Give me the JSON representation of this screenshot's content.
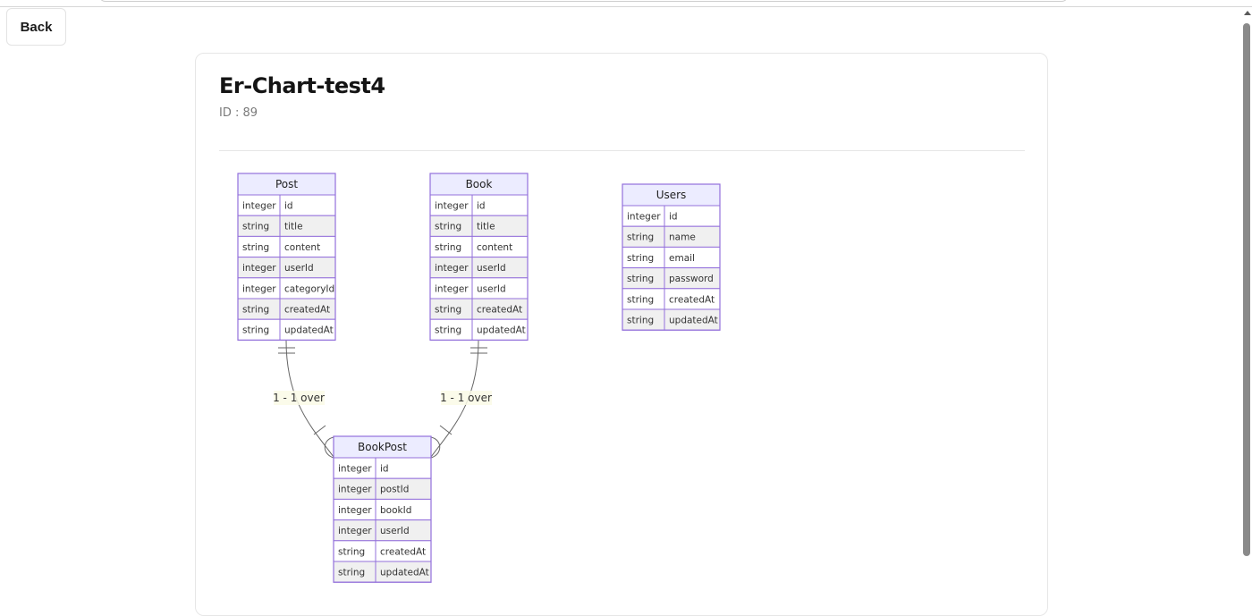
{
  "nav": {
    "back_label": "Back"
  },
  "page": {
    "title": "Er-Chart-test4",
    "id_label": "ID : 89"
  },
  "colors": {
    "entity_border": "#9370db",
    "entity_header": "#ececff",
    "row_alt": "#f0f0f0",
    "relation_line": "#666666",
    "label_bg": "#fafae6"
  },
  "er": {
    "entities": [
      {
        "name": "Post",
        "attributes": [
          {
            "type": "integer",
            "name": "id"
          },
          {
            "type": "string",
            "name": "title"
          },
          {
            "type": "string",
            "name": "content"
          },
          {
            "type": "integer",
            "name": "userId"
          },
          {
            "type": "integer",
            "name": "categoryId"
          },
          {
            "type": "string",
            "name": "createdAt"
          },
          {
            "type": "string",
            "name": "updatedAt"
          }
        ]
      },
      {
        "name": "Book",
        "attributes": [
          {
            "type": "integer",
            "name": "id"
          },
          {
            "type": "string",
            "name": "title"
          },
          {
            "type": "string",
            "name": "content"
          },
          {
            "type": "integer",
            "name": "userId"
          },
          {
            "type": "integer",
            "name": "userId"
          },
          {
            "type": "string",
            "name": "createdAt"
          },
          {
            "type": "string",
            "name": "updatedAt"
          }
        ]
      },
      {
        "name": "Users",
        "attributes": [
          {
            "type": "integer",
            "name": "id"
          },
          {
            "type": "string",
            "name": "name"
          },
          {
            "type": "string",
            "name": "email"
          },
          {
            "type": "string",
            "name": "password"
          },
          {
            "type": "string",
            "name": "createdAt"
          },
          {
            "type": "string",
            "name": "updatedAt"
          }
        ]
      },
      {
        "name": "BookPost",
        "attributes": [
          {
            "type": "integer",
            "name": "id"
          },
          {
            "type": "integer",
            "name": "postId"
          },
          {
            "type": "integer",
            "name": "bookId"
          },
          {
            "type": "integer",
            "name": "userId"
          },
          {
            "type": "string",
            "name": "createdAt"
          },
          {
            "type": "string",
            "name": "updatedAt"
          }
        ]
      }
    ],
    "relationships": [
      {
        "from": "Post",
        "to": "BookPost",
        "label": "1 - 1 over"
      },
      {
        "from": "Book",
        "to": "BookPost",
        "label": "1 - 1 over"
      }
    ]
  }
}
